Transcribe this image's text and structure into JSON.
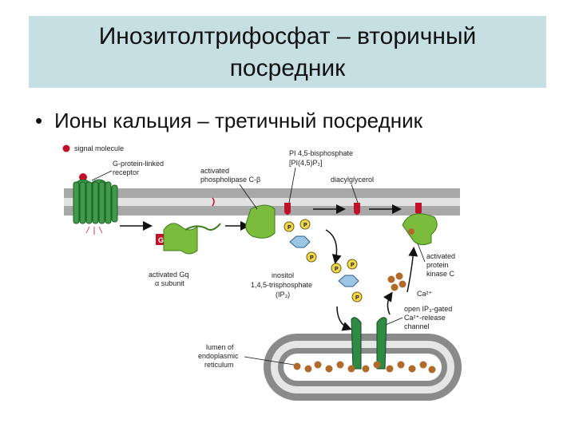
{
  "title": {
    "line1": "Инозитолтрифосфат – вторичный",
    "line2": "посредник"
  },
  "bullet": {
    "marker": "•",
    "text": "Ионы кальция – третичный посредник"
  },
  "diagram": {
    "labels": {
      "signal_molecule": "signal molecule",
      "receptor_1": "G-protein-linked",
      "receptor_2": "receptor",
      "plc_1": "activated",
      "plc_2": "phospholipase C-β",
      "pip2_1": "PI 4,5-bisphosphate",
      "pip2_2": "[PI(4,5)P₂]",
      "dag": "diacylglycerol",
      "gtp": "GTP",
      "gq_1": "activated Gq",
      "gq_2": "α subunit",
      "ip3_1": "inositol",
      "ip3_2": "1,4,5-trisphosphate",
      "ip3_3": "(IP₃)",
      "pkc_1": "activated",
      "pkc_2": "protein",
      "pkc_3": "kinase C",
      "ca": "Ca²⁺",
      "channel_1": "open IP₃-gated",
      "channel_2": "Ca²⁺-release",
      "channel_3": "channel",
      "er_1": "lumen of",
      "er_2": "endoplasmic",
      "er_3": "reticulum",
      "phosphate": "P"
    }
  }
}
